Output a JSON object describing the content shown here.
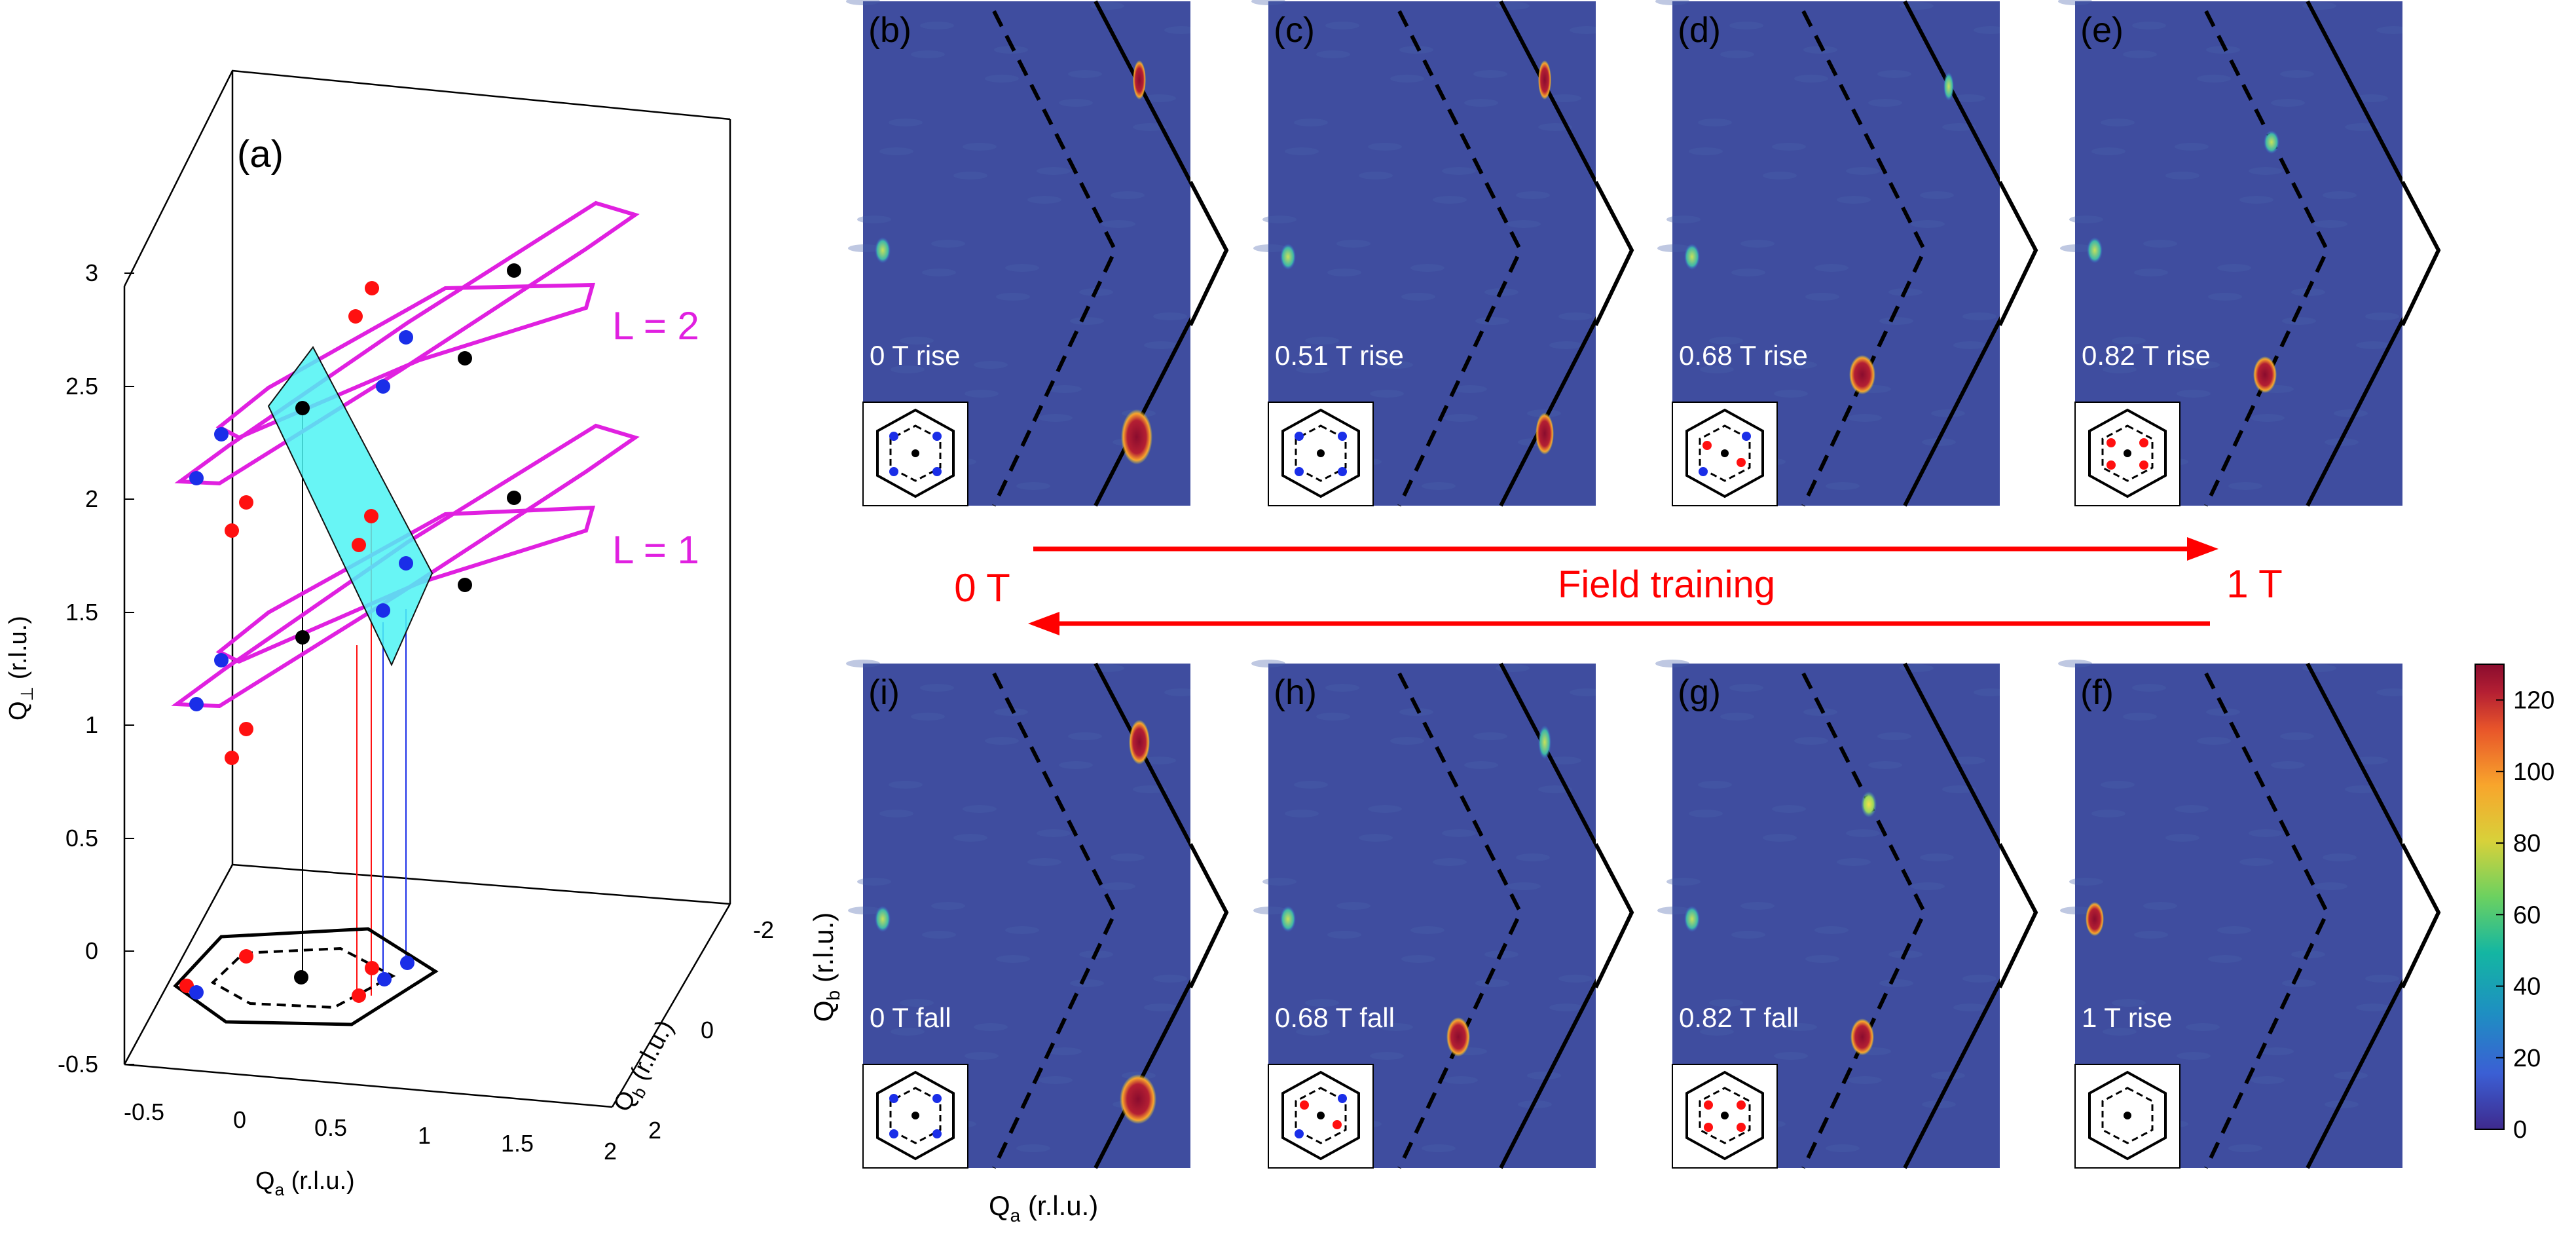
{
  "panel_a": {
    "label": "(a)",
    "z_ticks": [
      "3",
      "2.5",
      "2",
      "1.5",
      "1",
      "0.5",
      "0",
      "-0.5"
    ],
    "z_axis_label_main": "Q",
    "z_axis_label_sub": "⊥",
    "z_axis_label_unit": " (r.l.u.)",
    "qa_ticks": [
      "-0.5",
      "0",
      "0.5",
      "1",
      "1.5",
      "2"
    ],
    "qa_label_main": "Q",
    "qa_label_sub": "a",
    "qa_label_unit": " (r.l.u.)",
    "qb_ticks": [
      "-2",
      "0",
      "2"
    ],
    "qb_label_main": "Q",
    "qb_label_sub": "b",
    "qb_label_unit": " (r.l.u.)",
    "layer_labels": [
      "L = 2",
      "L = 1"
    ],
    "colors": {
      "magenta": "#e020e0",
      "plane": "#4df3f3",
      "red": "#ff1010",
      "blue": "#1a2ee8",
      "black": "#000000"
    }
  },
  "arrows": {
    "top_label": "Field training",
    "left_label": "0 T",
    "right_label": "1 T",
    "color": "#ff0000"
  },
  "maps": [
    {
      "label": "(b)",
      "state": "0 T rise"
    },
    {
      "label": "(c)",
      "state": "0.51 T rise"
    },
    {
      "label": "(d)",
      "state": "0.68 T rise"
    },
    {
      "label": "(e)",
      "state": "0.82 T rise"
    },
    {
      "label": "(i)",
      "state": "0 T fall"
    },
    {
      "label": "(h)",
      "state": "0.68 T fall"
    },
    {
      "label": "(g)",
      "state": "0.82 T fall"
    },
    {
      "label": "(f)",
      "state": "1 T rise"
    }
  ],
  "maps_axes": {
    "qa_main": "Q",
    "qa_sub": "a",
    "qa_unit": " (r.l.u.)",
    "qb_main": "Q",
    "qb_sub": "b",
    "qb_unit": " (r.l.u.)"
  },
  "colorbar": {
    "ticks": [
      "120",
      "100",
      "80",
      "60",
      "40",
      "20",
      "0"
    ],
    "max": 130,
    "colors": [
      "#3e2a8e",
      "#3b5fd4",
      "#1e8fc2",
      "#14b6a2",
      "#6cd160",
      "#d8d13a",
      "#f8a52c",
      "#e8552a",
      "#b41f33",
      "#8a0c2e"
    ]
  }
}
